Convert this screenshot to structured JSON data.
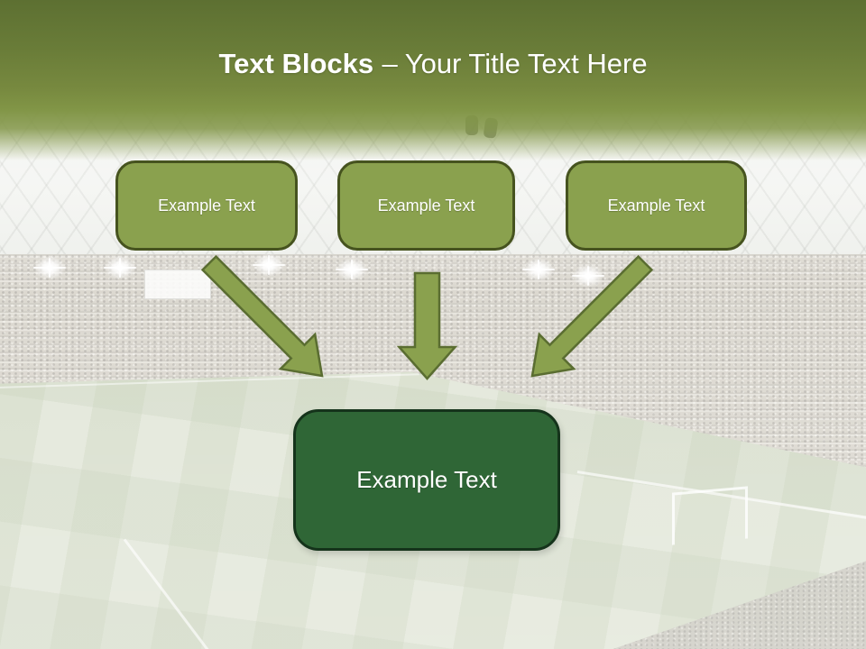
{
  "slide": {
    "title": {
      "bold": "Text Blocks",
      "rest": "– Your Title Text Here"
    },
    "blocks": [
      {
        "id": "top-left",
        "label": "Example Text"
      },
      {
        "id": "top-center",
        "label": "Example Text"
      },
      {
        "id": "top-right",
        "label": "Example Text"
      },
      {
        "id": "center",
        "label": "Example Text"
      }
    ],
    "colors": {
      "header_top": "#5d7032",
      "header_bottom": "#819546",
      "block_fill": "#8aa14e",
      "block_border": "#46531f",
      "center_fill": "#2f6636",
      "center_border": "#15331b",
      "arrow_fill": "#8aa14e",
      "arrow_stroke": "#5a6d31",
      "title_color": "#ffffff",
      "block_text_color": "#ffffff"
    },
    "background_description": "washed-out soccer stadium photo"
  }
}
